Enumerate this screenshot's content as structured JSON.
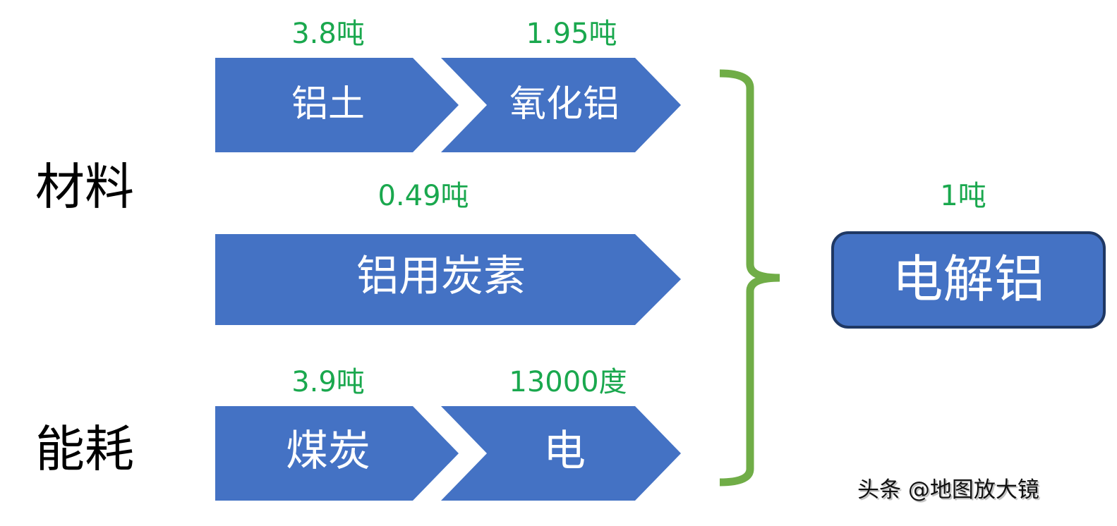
{
  "categories": {
    "materials": "材料",
    "energy": "能耗"
  },
  "rows": [
    {
      "steps": [
        {
          "label": "铝土",
          "qty": "3.8吨"
        },
        {
          "label": "氧化铝",
          "qty": "1.95吨"
        }
      ]
    },
    {
      "steps": [
        {
          "label": "铝用炭素",
          "qty": "0.49吨"
        }
      ]
    },
    {
      "steps": [
        {
          "label": "煤炭",
          "qty": "3.9吨"
        },
        {
          "label": "电",
          "qty": "13000度"
        }
      ]
    }
  ],
  "output": {
    "label": "电解铝",
    "qty": "1吨"
  },
  "watermark": "头条 @地图放大镜",
  "colors": {
    "shape_fill": "#4472C4",
    "brace": "#70AD47",
    "qty_text": "#1AA84E",
    "box_border": "#1F3864"
  }
}
